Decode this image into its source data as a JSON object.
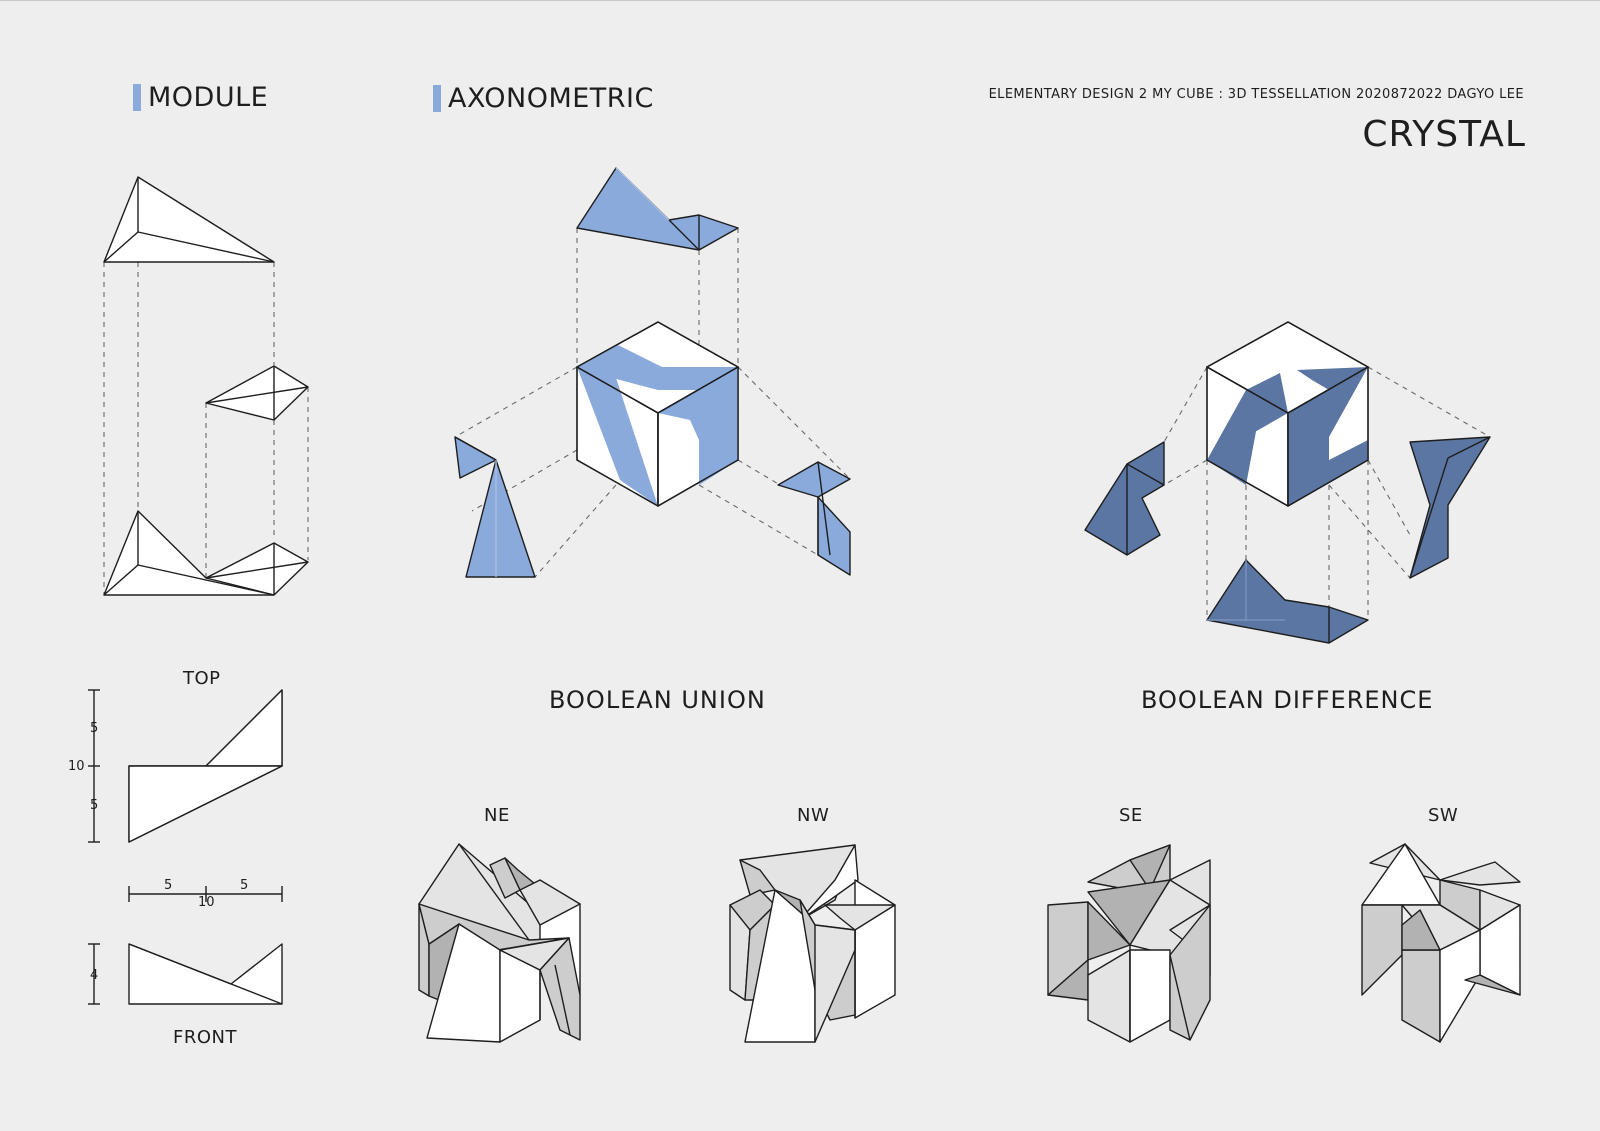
{
  "sections": {
    "module": "MODULE",
    "axonometric": "AXONOMETRIC"
  },
  "header": {
    "meta": "ELEMENTARY DESIGN 2 MY CUBE : 3D TESSELLATION 2020872022 DAGYO LEE",
    "title": "CRYSTAL"
  },
  "axonometric": {
    "union_label": "BOOLEAN UNION",
    "difference_label": "BOOLEAN DIFFERENCE"
  },
  "orthographic": {
    "top_label": "TOP",
    "front_label": "FRONT",
    "dims": {
      "v_upper": "5",
      "v_total": "10",
      "v_lower": "5",
      "h_left": "5",
      "h_right": "5",
      "h_total": "10",
      "height": "4"
    }
  },
  "views": [
    {
      "label": "NE"
    },
    {
      "label": "NW"
    },
    {
      "label": "SE"
    },
    {
      "label": "SW"
    }
  ],
  "colors": {
    "background": "#eeeeee",
    "accent": "#8aaadc",
    "union_fill": "#8aaadc",
    "difference_fill": "#5b76a3",
    "face_light": "#e4e4e4",
    "face_mid": "#cdcdcd",
    "face_dark": "#b2b2b2",
    "line": "#1e1e1e",
    "dash": "#6a6a6a"
  }
}
